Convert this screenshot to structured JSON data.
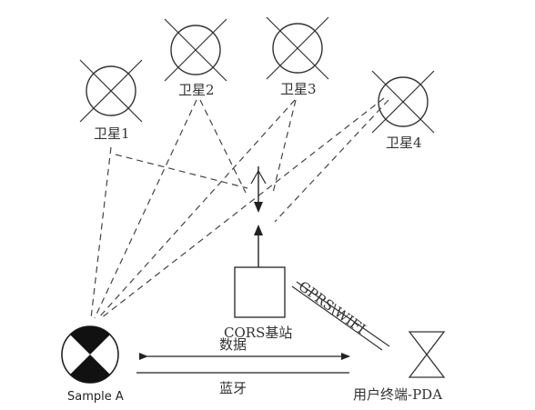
{
  "satellites": [
    {
      "label": "卫星1"
    },
    {
      "label": "卫星2"
    },
    {
      "label": "卫星3"
    },
    {
      "label": "卫星4"
    }
  ],
  "base_station": {
    "label": "CORS基站"
  },
  "link": {
    "label": "GPRS\\WIFI"
  },
  "sample": {
    "label": "Sample A"
  },
  "terminal": {
    "label": "用户终端-PDA"
  },
  "data_link": {
    "label": "数据"
  },
  "bluetooth": {
    "label": "蓝牙"
  }
}
